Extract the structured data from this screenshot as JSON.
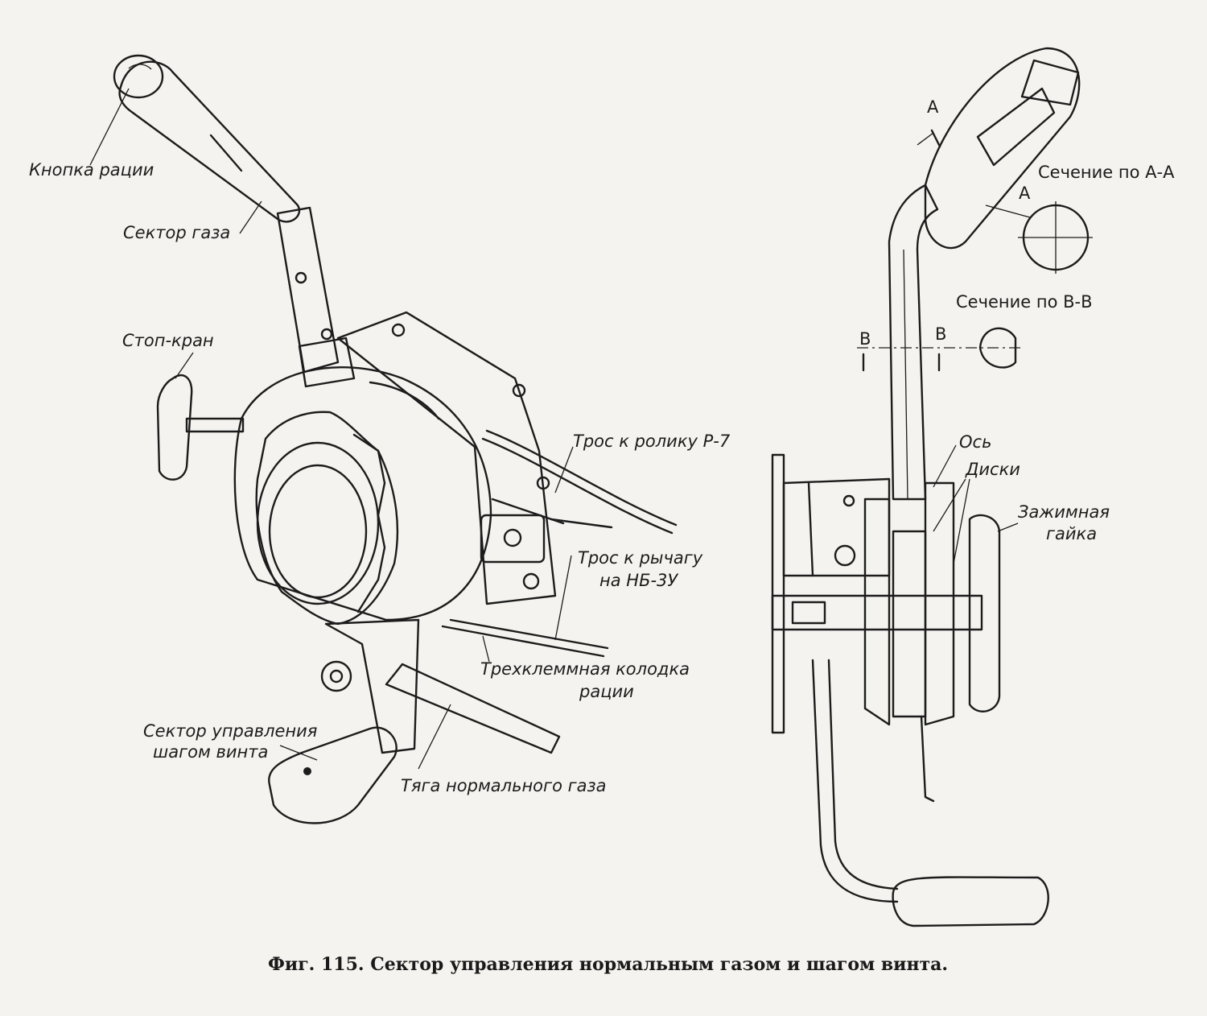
{
  "labels": {
    "radio_button": "Кнопка рации",
    "throttle_sector": "Сектор газа",
    "stop_valve": "Стоп-кран",
    "cable_roller": "Трос к ролику Р-7",
    "cable_lever_line1": "Трос к рычагу",
    "cable_lever_line2": "на НБ-3У",
    "terminal_block_line1": "Трехклеммная колодка",
    "terminal_block_line2": "рации",
    "pitch_sector_line1": "Сектор управления",
    "pitch_sector_line2": "шагом винта",
    "throttle_rod": "Тяга нормального газа",
    "section_aa": "Сечение по А-А",
    "section_bb": "Сечение по В-В",
    "axis": "Ось",
    "discs": "Диски",
    "clamp_nut_line1": "Зажимная",
    "clamp_nut_line2": "гайка",
    "mark_a": "А",
    "mark_b": "В"
  },
  "caption": "Фиг. 115. Сектор управления нормальным газом и шагом винта."
}
